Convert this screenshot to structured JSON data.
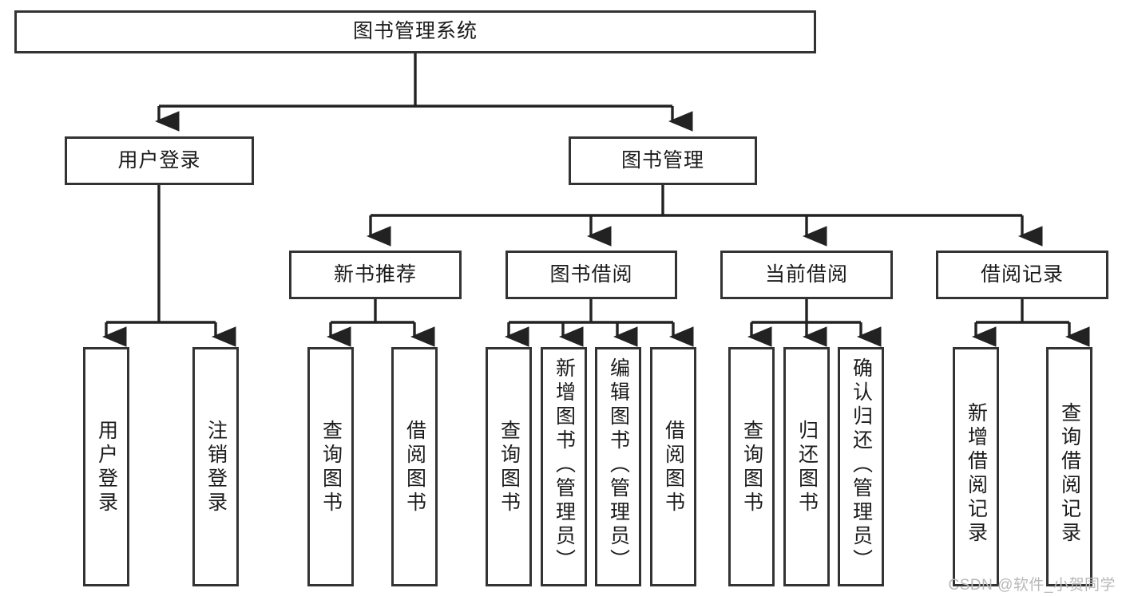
{
  "diagram": {
    "type": "tree-hierarchy",
    "title": "图书管理系统",
    "root": {
      "id": "root",
      "label": "图书管理系统"
    },
    "level2": [
      {
        "id": "user-login",
        "label": "用户登录"
      },
      {
        "id": "book-manage",
        "label": "图书管理"
      }
    ],
    "level3": [
      {
        "id": "new-book-recommend",
        "label": "新书推荐",
        "parent": "book-manage"
      },
      {
        "id": "book-borrow",
        "label": "图书借阅",
        "parent": "book-manage"
      },
      {
        "id": "current-borrow",
        "label": "当前借阅",
        "parent": "book-manage"
      },
      {
        "id": "borrow-record",
        "label": "借阅记录",
        "parent": "book-manage"
      }
    ],
    "leaves": {
      "user-login": [
        {
          "id": "leaf-user-login",
          "label": "用户登录"
        },
        {
          "id": "leaf-user-logout",
          "label": "注销登录"
        }
      ],
      "new-book-recommend": [
        {
          "id": "leaf-query-book-1",
          "label": "查询图书"
        },
        {
          "id": "leaf-borrow-book-1",
          "label": "借阅图书"
        }
      ],
      "book-borrow": [
        {
          "id": "leaf-query-book-2",
          "label": "查询图书"
        },
        {
          "id": "leaf-add-book",
          "label": "新增图书（管理员）"
        },
        {
          "id": "leaf-edit-book",
          "label": "编辑图书（管理员）"
        },
        {
          "id": "leaf-borrow-book-2",
          "label": "借阅图书"
        }
      ],
      "current-borrow": [
        {
          "id": "leaf-query-book-3",
          "label": "查询图书"
        },
        {
          "id": "leaf-return-book",
          "label": "归还图书"
        },
        {
          "id": "leaf-confirm-return",
          "label": "确认归还（管理员）"
        }
      ],
      "borrow-record": [
        {
          "id": "leaf-add-record",
          "label": "新增借阅记录"
        },
        {
          "id": "leaf-query-record",
          "label": "查询借阅记录"
        }
      ]
    },
    "style": {
      "box_border_color": "#333333",
      "box_fill_color": "#ffffff",
      "connector_color": "#222222",
      "text_color": "#1b1b1b",
      "background": "#ffffff"
    }
  },
  "watermark": {
    "text": "CSDN @软件_小贺同学"
  }
}
